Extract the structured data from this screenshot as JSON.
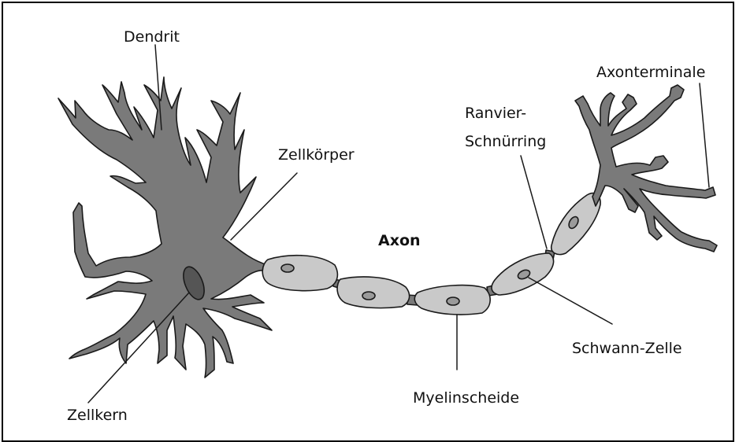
{
  "labels": {
    "dendrit": "Dendrit",
    "axonterminale": "Axonterminale",
    "ranvier_line1": "Ranvier-",
    "ranvier_line2": "Schnürring",
    "zellkoerper": "Zellkörper",
    "axon": "Axon",
    "schwann": "Schwann-Zelle",
    "myelinscheide": "Myelinscheide",
    "zellkern": "Zellkern"
  },
  "colors": {
    "cell_body": "#7a7a7a",
    "myelin": "#c9c9c9",
    "nucleus": "#555555",
    "outline": "#1a1a1a"
  }
}
